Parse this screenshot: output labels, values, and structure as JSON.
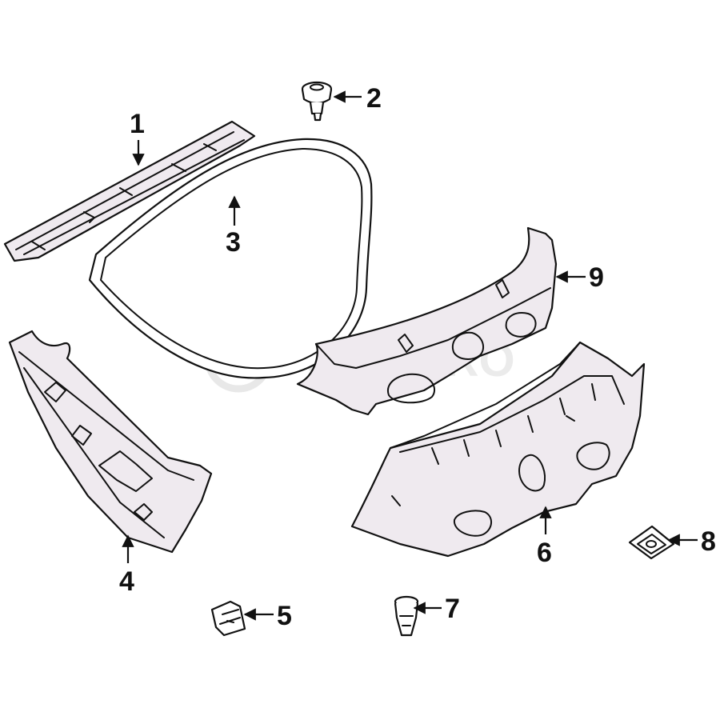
{
  "diagram": {
    "watermark": "FCP EURO",
    "callouts": [
      "1",
      "2",
      "3",
      "4",
      "5",
      "6",
      "7",
      "8",
      "9"
    ]
  }
}
